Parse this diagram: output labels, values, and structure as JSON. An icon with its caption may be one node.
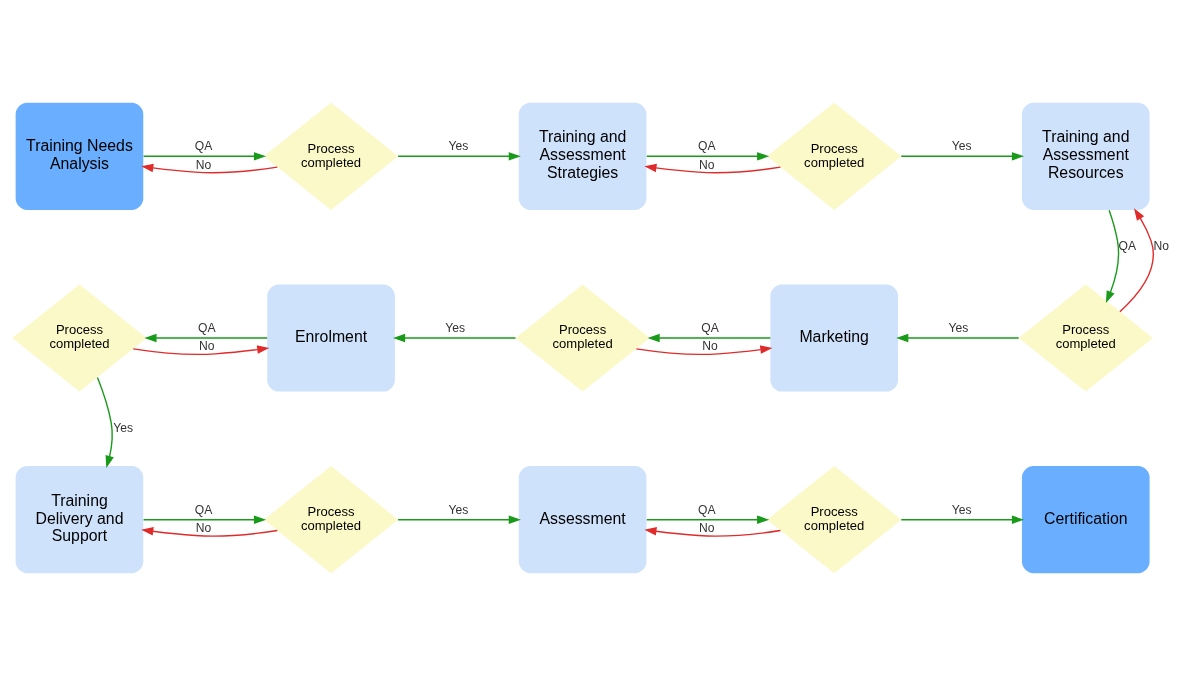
{
  "diagram": {
    "nodes": [
      {
        "text": [
          "Training Needs Analysis"
        ]
      },
      {
        "text": [
          "Process completed"
        ]
      },
      {
        "text": [
          "Training and Assessment Strategies"
        ]
      },
      {
        "text": [
          "Process completed"
        ]
      },
      {
        "text": [
          "Training and Assessment Resources"
        ]
      },
      {
        "text": [
          "Process completed"
        ]
      },
      {
        "text": [
          "Marketing"
        ]
      },
      {
        "text": [
          "Process completed"
        ]
      },
      {
        "text": [
          "Enrolment"
        ]
      },
      {
        "text": [
          "Process completed"
        ]
      },
      {
        "text": [
          "Training Delivery and Support"
        ]
      },
      {
        "text": [
          "Process completed"
        ]
      },
      {
        "text": [
          "Assessment"
        ]
      },
      {
        "text": [
          "Process completed"
        ]
      },
      {
        "text": [
          "Certification"
        ]
      }
    ],
    "edges": [
      {
        "from": 0,
        "to": 1,
        "arrow": "to",
        "label": "QA"
      },
      {
        "from": 1,
        "to": 2,
        "arrow": "to",
        "label": "Yes"
      },
      {
        "from": 1,
        "to": 0,
        "arrow": "to",
        "label": "No",
        "color": "#e02b2b"
      },
      {
        "from": 2,
        "to": 3,
        "arrow": "to",
        "label": "QA"
      },
      {
        "from": 3,
        "to": 4,
        "arrow": "to",
        "label": "Yes"
      },
      {
        "from": 3,
        "to": 2,
        "arrow": "to",
        "label": "No",
        "color": "#e02b2b"
      },
      {
        "from": 4,
        "to": 5,
        "arrow": "to",
        "label": "QA"
      },
      {
        "from": 5,
        "to": 4,
        "arrow": "to",
        "label": "No",
        "color": "#e02b2b"
      },
      {
        "from": 5,
        "to": 6,
        "arrow": "to",
        "label": "Yes"
      },
      {
        "from": 6,
        "to": 7,
        "arrow": "to",
        "label": "QA"
      },
      {
        "from": 7,
        "to": 6,
        "arrow": "to",
        "label": "No",
        "color": "#e02b2b"
      },
      {
        "from": 7,
        "to": 8,
        "arrow": "to",
        "label": "Yes"
      },
      {
        "from": 8,
        "to": 9,
        "arrow": "to",
        "label": "QA"
      },
      {
        "from": 9,
        "to": 8,
        "arrow": "to",
        "label": "No",
        "color": "#e02b2b"
      },
      {
        "from": 9,
        "to": 10,
        "arrow": "to",
        "label": "Yes"
      },
      {
        "from": 10,
        "to": 11,
        "arrow": "to",
        "label": "QA"
      },
      {
        "from": 11,
        "to": 10,
        "arrow": "to",
        "label": "No",
        "color": "#e02b2b"
      },
      {
        "from": 11,
        "to": 12,
        "arrow": "to",
        "label": "Yes"
      },
      {
        "from": 12,
        "to": 13,
        "arrow": "to",
        "label": "QA"
      },
      {
        "from": 13,
        "to": 12,
        "arrow": "to",
        "label": "No",
        "color": "#e02b2b"
      },
      {
        "from": 13,
        "to": 14,
        "arrow": "to",
        "label": "Yes"
      }
    ]
  }
}
